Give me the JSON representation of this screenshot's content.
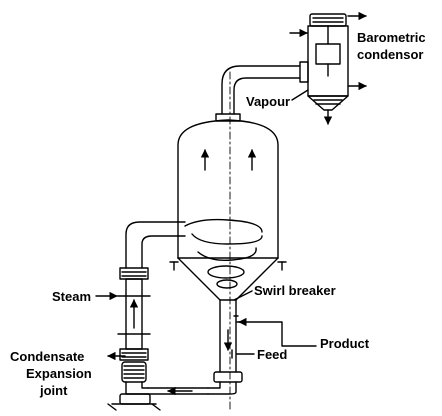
{
  "labels": {
    "barometric_condensor_line1": "Barometric",
    "barometric_condensor_line2": "condensor",
    "vapour": "Vapour",
    "steam": "Steam",
    "swirl_breaker": "Swirl breaker",
    "product": "Product",
    "feed": "Feed",
    "condensate": "Condensate",
    "expansion_joint_line1": "Expansion",
    "expansion_joint_line2": "joint"
  },
  "colors": {
    "line": "#000000",
    "background": "#ffffff"
  }
}
